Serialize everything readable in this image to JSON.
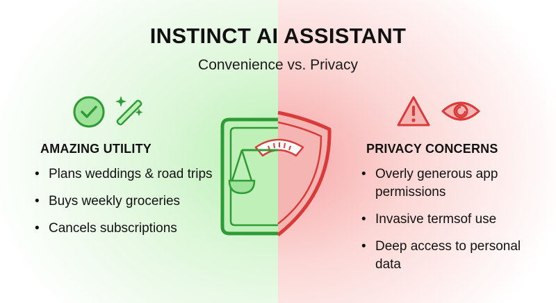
{
  "header": {
    "title": "INSTINCT AI ASSISTANT",
    "subtitle": "Convenience vs. Privacy"
  },
  "utility": {
    "heading": "AMAZING UTILITY",
    "items": [
      "Plans weddings & road trips",
      "Buys weekly groceries",
      "Cancels subscriptions"
    ]
  },
  "privacy": {
    "heading": "PRIVACY CONCERNS",
    "items": [
      "Overly generous app permissions",
      "Invasive termsof use",
      "Deep access to personal data"
    ]
  },
  "icons": {
    "utility": [
      "check-circle-icon",
      "magic-wand-icon"
    ],
    "privacy": [
      "warning-triangle-icon",
      "eye-icon"
    ],
    "center": [
      "shield-icon",
      "balance-scale-icon"
    ]
  },
  "colors": {
    "green_accent": "#2e9b36",
    "green_fill": "#bff0b8",
    "red_accent": "#d93a3a",
    "red_fill": "#f5b6b3"
  }
}
